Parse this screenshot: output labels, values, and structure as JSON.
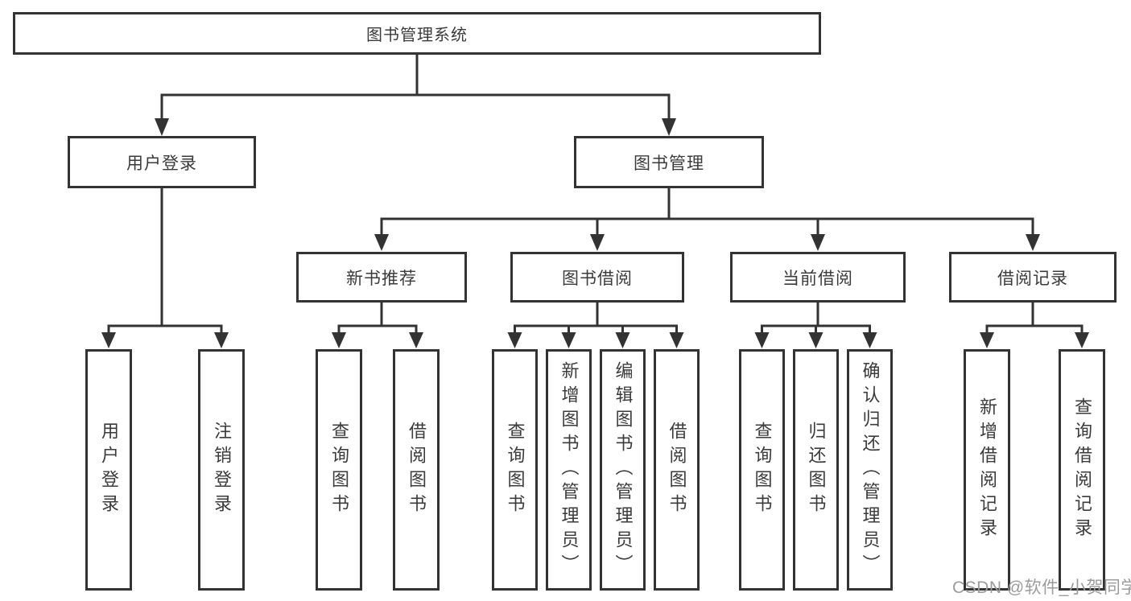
{
  "diagram": {
    "root": {
      "label": "图书管理系统"
    },
    "level2": [
      {
        "label": "用户登录"
      },
      {
        "label": "图书管理"
      }
    ],
    "level3": [
      {
        "label": "新书推荐"
      },
      {
        "label": "图书借阅"
      },
      {
        "label": "当前借阅"
      },
      {
        "label": "借阅记录"
      }
    ],
    "leaves": {
      "login": [
        {
          "label": "用户登录"
        },
        {
          "label": "注销登录"
        }
      ],
      "recommend": [
        {
          "label": "查询图书"
        },
        {
          "label": "借阅图书"
        }
      ],
      "borrow": [
        {
          "label": "查询图书"
        },
        {
          "label": "新增图书（管理员）"
        },
        {
          "label": "编辑图书（管理员）"
        },
        {
          "label": "借阅图书"
        }
      ],
      "current": [
        {
          "label": "查询图书"
        },
        {
          "label": "归还图书"
        },
        {
          "label": "确认归还（管理员）"
        }
      ],
      "records": [
        {
          "label": "新增借阅记录"
        },
        {
          "label": "查询借阅记录"
        }
      ]
    },
    "watermark": "CSDN @软件_小贺同学",
    "colors": {
      "line": "#333333",
      "text": "#3b3b3b",
      "watermark": "#9b9b9b",
      "background": "#ffffff"
    }
  }
}
